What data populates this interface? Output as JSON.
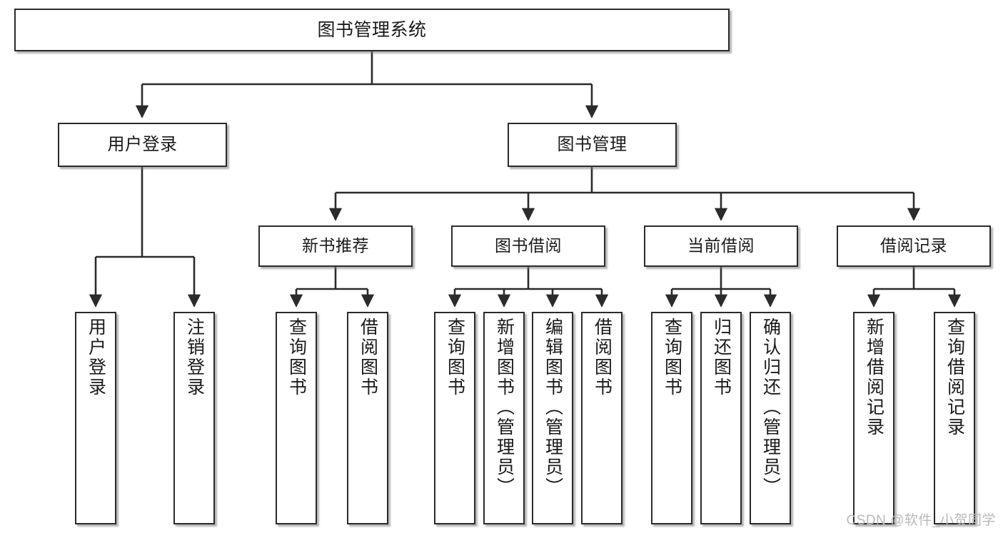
{
  "diagram": {
    "title": "图书管理系统",
    "watermark": "CSDN @软件_小贺同学",
    "colors": {
      "box_border": "#2b2b2b",
      "box_fill": "#ffffff",
      "edge": "#2b2b2b",
      "text": "#1a1a1a",
      "watermark": "#b9b9b9"
    },
    "levels": {
      "root": {
        "label": "图书管理系统"
      },
      "level2": [
        {
          "id": "user-login",
          "label": "用户登录"
        },
        {
          "id": "book-manage",
          "label": "图书管理"
        }
      ],
      "level3": [
        {
          "id": "new-book-recommend",
          "label": "新书推荐"
        },
        {
          "id": "book-borrow",
          "label": "图书借阅"
        },
        {
          "id": "current-borrow",
          "label": "当前借阅"
        },
        {
          "id": "borrow-record",
          "label": "借阅记录"
        }
      ],
      "leaves": [
        {
          "id": "leaf-user-login",
          "label": "用户登录",
          "parent": "user-login"
        },
        {
          "id": "leaf-logout-login",
          "label": "注销登录",
          "parent": "user-login"
        },
        {
          "id": "leaf-query-book-1",
          "label": "查询图书",
          "parent": "new-book-recommend"
        },
        {
          "id": "leaf-borrow-book-1",
          "label": "借阅图书",
          "parent": "new-book-recommend"
        },
        {
          "id": "leaf-query-book-2",
          "label": "查询图书",
          "parent": "book-borrow"
        },
        {
          "id": "leaf-add-book-admin",
          "label": "新增图书（管理员）",
          "parent": "book-borrow"
        },
        {
          "id": "leaf-edit-book-admin",
          "label": "编辑图书（管理员）",
          "parent": "book-borrow"
        },
        {
          "id": "leaf-borrow-book-2",
          "label": "借阅图书",
          "parent": "book-borrow"
        },
        {
          "id": "leaf-query-book-3",
          "label": "查询图书",
          "parent": "current-borrow"
        },
        {
          "id": "leaf-return-book",
          "label": "归还图书",
          "parent": "current-borrow"
        },
        {
          "id": "leaf-confirm-return-admin",
          "label": "确认归还（管理员）",
          "parent": "current-borrow"
        },
        {
          "id": "leaf-add-borrow-record",
          "label": "新增借阅记录",
          "parent": "borrow-record"
        },
        {
          "id": "leaf-query-borrow-record",
          "label": "查询借阅记录",
          "parent": "borrow-record"
        }
      ]
    }
  }
}
